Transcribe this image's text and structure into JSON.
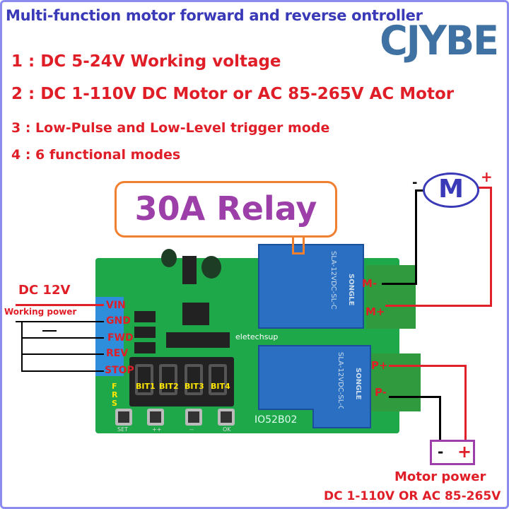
{
  "title": "Multi-function motor forward and reverse ontroller",
  "logo": "CJYBE",
  "features": [
    "1 : DC 5-24V  Working voltage",
    "2 : DC 1-110V DC Motor or AC 85-265V AC Motor",
    "3 : Low-Pulse and Low-Level trigger mode",
    "4 : 6 functional modes"
  ],
  "relay_callout": "30A  Relay",
  "input": {
    "voltage": "DC 12V",
    "label": "Working power",
    "terminals": [
      "VIN",
      "GND",
      "FWD",
      "REV",
      "STOP"
    ]
  },
  "indicators": [
    "F",
    "R",
    "S"
  ],
  "digits": [
    "BIT1",
    "BIT2",
    "BIT3",
    "BIT4"
  ],
  "buttons": [
    "SET",
    "++",
    "--",
    "OK"
  ],
  "board": {
    "brand": "eletechsup",
    "model": "IO52B02",
    "relay_model": "SLA-12VDC-SL-C",
    "relay_brand": "SONGLE"
  },
  "motor": {
    "symbol": "M",
    "minus": "-",
    "plus": "+",
    "terminals": [
      "M-",
      "M+"
    ]
  },
  "power": {
    "terminals": [
      "P+",
      "P-"
    ],
    "minus": "-",
    "plus": "+",
    "title": "Motor power",
    "range": "DC 1-110V OR AC 85-265V"
  },
  "colors": {
    "title": "#3a3ab8",
    "feature": "#e01e28",
    "callout": "#9c3fa8",
    "pcb": "#1fa84a",
    "relay": "#2a6fc2"
  }
}
